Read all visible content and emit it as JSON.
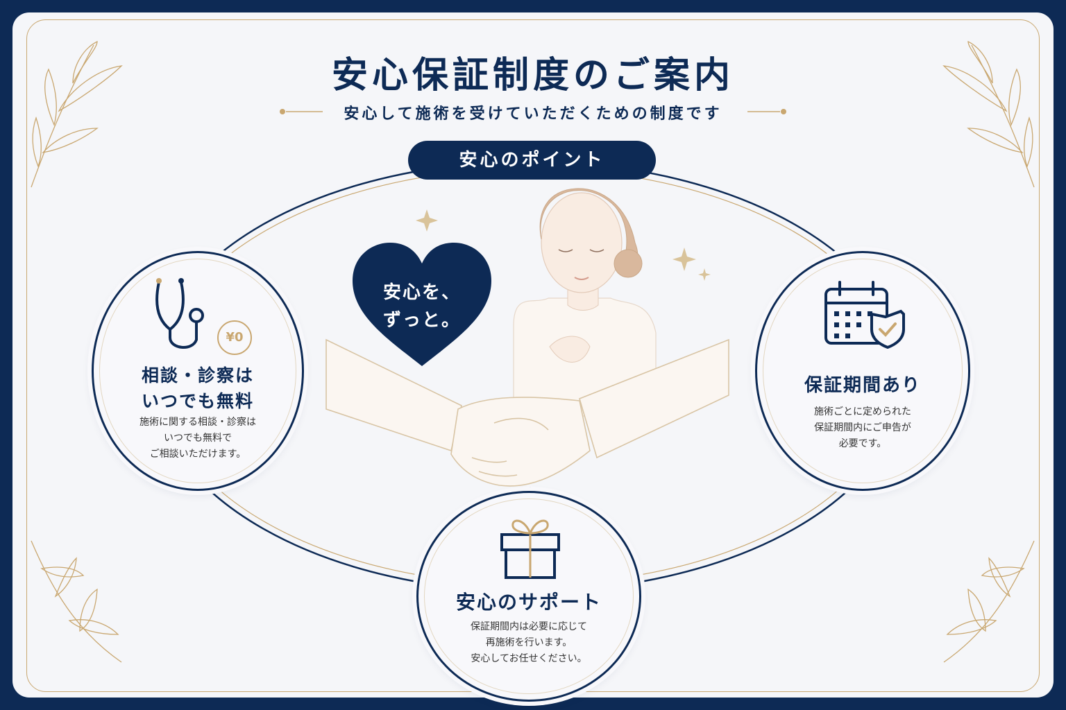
{
  "title": "安心保証制度のご案内",
  "subtitle": "安心して施術を受けていただくための制度です",
  "badge": "安心のポイント",
  "heart": {
    "line1": "安心を、",
    "line2": "ずっと。"
  },
  "points": [
    {
      "title_line1": "相談・診察は",
      "title_line2": "いつでも無料",
      "icon": "stethoscope-icon",
      "badge": "¥0",
      "desc": [
        "施術に関する相談・診察は",
        "いつでも無料で",
        "ご相談いただけます。"
      ]
    },
    {
      "title": "保証期間あり",
      "icon": "calendar-shield-icon",
      "desc": [
        "施術ごとに定められた",
        "保証期間内にご申告が",
        "必要です。"
      ]
    },
    {
      "title": "安心のサポート",
      "icon": "gift-icon",
      "desc": [
        "保証期間内は必要に応じて",
        "再施術を行います。",
        "安心してお任せください。"
      ]
    }
  ],
  "colors": {
    "navy": "#0d2a55",
    "gold": "#c9a770",
    "background": "#f5f6f9"
  }
}
